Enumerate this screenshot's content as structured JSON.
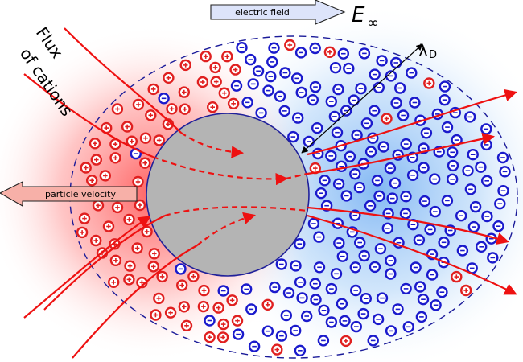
{
  "labels": {
    "electric_field": "electric field",
    "e_infinity_base": "E",
    "e_infinity_sub": "∞",
    "debye_base": "λ",
    "debye_sub": "D",
    "flux_line1": "Flux",
    "flux_line2": "of cations",
    "particle_velocity": "particle velocity"
  },
  "colors": {
    "cation": "#e02020",
    "anion": "#1a1acc",
    "field_line": "#ee1111",
    "particle_fill": "#b4b4b4",
    "particle_stroke": "#20209a",
    "cloud_red": "#ff6b6b",
    "cloud_blue": "#6aa8f0",
    "field_arrow_fill": "#dde4fa",
    "velocity_arrow_fill": "#f7b0a8"
  },
  "icons": {
    "cation": "plus-circle-icon",
    "anion": "minus-circle-icon"
  }
}
